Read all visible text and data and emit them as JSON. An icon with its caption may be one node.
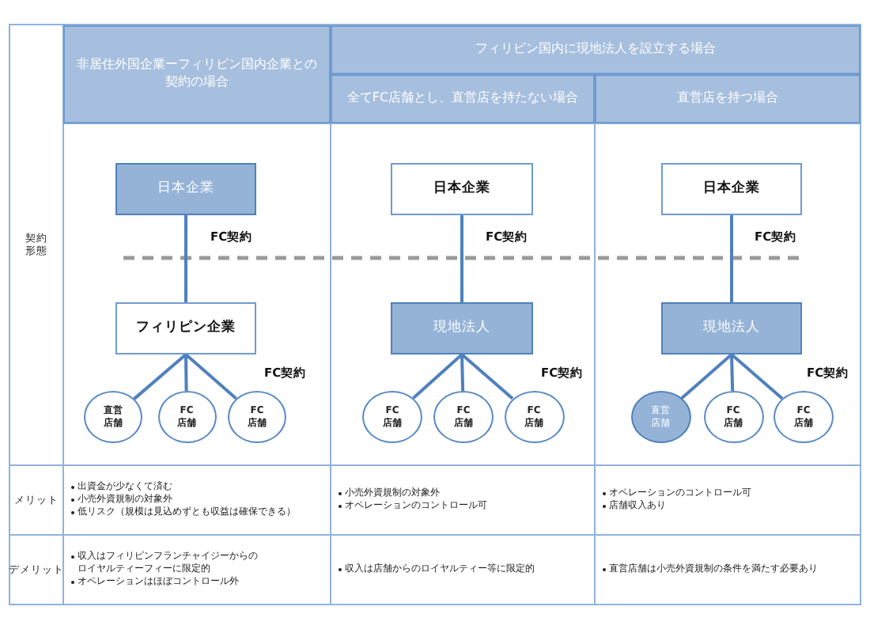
{
  "diagram": {
    "nodes": [
      {
        "text": [
          "日本企業"
        ]
      },
      {
        "text": [
          "フィリピン企業"
        ]
      },
      {
        "text": [
          "直営店舗"
        ]
      },
      {
        "text": [
          "FC店舗"
        ]
      },
      {
        "text": [
          "FC店舗"
        ]
      },
      {
        "text": [
          "日本企業"
        ]
      },
      {
        "text": [
          "現地法人"
        ]
      },
      {
        "text": [
          "FC店舗"
        ]
      },
      {
        "text": [
          "FC店舗"
        ]
      },
      {
        "text": [
          "FC店舗"
        ]
      },
      {
        "text": [
          "日本企業"
        ]
      },
      {
        "text": [
          "現地法人"
        ]
      },
      {
        "text": [
          "直営店舗"
        ]
      },
      {
        "text": [
          "FC店舗"
        ]
      },
      {
        "text": [
          "FC店舗"
        ]
      }
    ],
    "edges": [
      {
        "from": 0,
        "to": 1,
        "arrow": "none",
        "label": "FC契約"
      },
      {
        "from": 1,
        "to": 2,
        "arrow": "none"
      },
      {
        "from": 1,
        "to": 3,
        "arrow": "none"
      },
      {
        "from": 1,
        "to": 4,
        "arrow": "none",
        "label": "FC契約"
      },
      {
        "from": 5,
        "to": 6,
        "arrow": "none",
        "label": "FC契約"
      },
      {
        "from": 6,
        "to": 7,
        "arrow": "none"
      },
      {
        "from": 6,
        "to": 8,
        "arrow": "none"
      },
      {
        "from": 6,
        "to": 9,
        "arrow": "none",
        "label": "FC契約"
      },
      {
        "from": 10,
        "to": 11,
        "arrow": "none",
        "label": "FC契約"
      },
      {
        "from": 11,
        "to": 12,
        "arrow": "none"
      },
      {
        "from": 11,
        "to": 13,
        "arrow": "none"
      },
      {
        "from": 11,
        "to": 14,
        "arrow": "none",
        "label": "FC契約"
      }
    ],
    "labels": [
      "非居住外国企業ーフィリピン国内企業との契約の場合",
      "フィリピン国内に現地法人を設立する場合",
      "全てFC店舗とし、直営店を持たない場合",
      "直営店を持つ場合",
      "契約形態",
      "メリット",
      "出資金が少なくて済む",
      "小売外資規制の対象外",
      "低リスク（規模は見込めずとも収益は確保できる）",
      "小売外資規制の対象外",
      "オペレーションのコントロール可",
      "オペレーションのコントロール可",
      "店舗収入あり",
      "デメリット",
      "収入はフィリピンフランチャイジーからのロイヤルティーフィーに限定的",
      "オペレーションはほぼコントロール外",
      "収入は店舗からのロイヤルティー等に限定的",
      "直営店舗は小売外資規制の条件を満たす必要あり"
    ]
  }
}
